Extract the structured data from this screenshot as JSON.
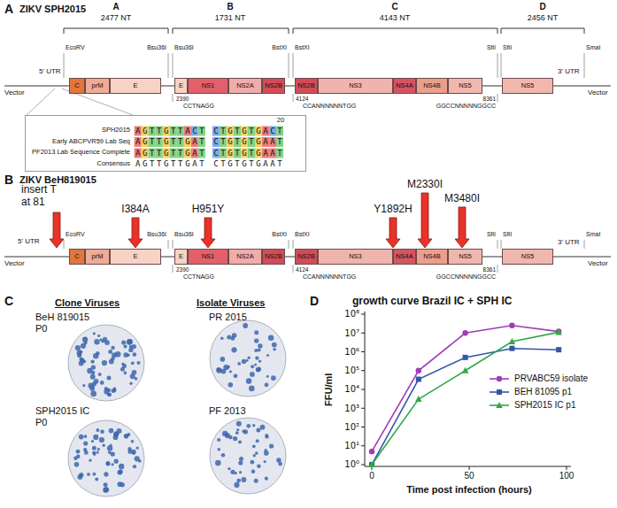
{
  "diagram": {
    "nodes": [
      {
        "text": [
          "C"
        ]
      },
      {
        "text": [
          "prM"
        ]
      },
      {
        "text": [
          "E"
        ]
      },
      {
        "text": [
          "E"
        ]
      },
      {
        "text": [
          "NS1"
        ]
      },
      {
        "text": [
          "NS2A"
        ]
      },
      {
        "text": [
          "NS2B"
        ]
      },
      {
        "text": [
          "NS2B"
        ]
      },
      {
        "text": [
          "NS3"
        ]
      },
      {
        "text": [
          "NS4A"
        ]
      },
      {
        "text": [
          "NS4B"
        ]
      },
      {
        "text": [
          "NS5"
        ]
      },
      {
        "text": [
          "NS5"
        ]
      },
      {
        "text": [
          "20",
          "SPH2015",
          "AGTTGTTACT CTGTGTGACT",
          "Early ABCPVR59 Lab Seq",
          "AGTTGTTGAT CTGTGTGAAT",
          "PF2013 Lab Sequence Complete",
          "AGTTGTTGAT CTGTGTGAAT",
          "Consensus",
          "AGTTGTTGAT CTGTGTGAAT"
        ]
      },
      {
        "text": [
          "C"
        ]
      },
      {
        "text": [
          "prM"
        ]
      },
      {
        "text": [
          "E"
        ]
      },
      {
        "text": [
          "E"
        ]
      },
      {
        "text": [
          "NS1"
        ]
      },
      {
        "text": [
          "NS2A"
        ]
      },
      {
        "text": [
          "NS2B"
        ]
      },
      {
        "text": [
          "NS2B"
        ]
      },
      {
        "text": [
          "NS3"
        ]
      },
      {
        "text": [
          "NS4A"
        ]
      },
      {
        "text": [
          "NS4B"
        ]
      },
      {
        "text": [
          "NS5"
        ]
      },
      {
        "text": [
          "NS5"
        ]
      }
    ],
    "labels": [
      "A",
      "ZIKV SPH2015",
      "A",
      "2477 NT",
      "B",
      "1731 NT",
      "C",
      "4143 NT",
      "D",
      "2456 NT",
      "EcoRV",
      "Bsu36I",
      "Bsu36I",
      "BstXI",
      "BstXI",
      "SfiI",
      "SfiI",
      "SmaI",
      "Vector",
      "5' UTR",
      "3' UTR",
      "Vector",
      "2390",
      "CCTNAGG",
      "4124",
      "CCANNNNNNTGG",
      "8361",
      "GGCCNNNNNGGCC",
      "B",
      "ZIKV BeH819015",
      "insert T at 81",
      "I384A",
      "H951Y",
      "Y1892H",
      "M2330I",
      "M3480I",
      "EcoRV",
      "Bsu36I",
      "Bsu36I",
      "BstXI",
      "BstXI",
      "SfiI",
      "SfiI",
      "SmaI",
      "Vector",
      "5' UTR",
      "3' UTR",
      "Vector",
      "2390",
      "CCTNAGG",
      "4124",
      "CCANNNNNNTGG",
      "8361",
      "GGCCNNNNNGGCC",
      "C",
      "Clone Viruses",
      "Isolate Viruses",
      "BeH 819015 P0",
      "PR 2015",
      "SPH2015 IC P0",
      "PF 2013",
      "D",
      "growth curve Brazil IC + SPH IC",
      "FFU/ml",
      "10⁸",
      "10⁷",
      "10⁶",
      "10⁵",
      "10⁴",
      "10³",
      "10²",
      "10¹",
      "10⁰",
      "0",
      "50",
      "100",
      "Time post infection (hours)"
    ],
    "legend": [
      {
        "text": "PRVABC59 isolate"
      },
      {
        "text": "BEH 81095 p1"
      },
      {
        "text": "SPH2015 IC p1"
      }
    ]
  }
}
